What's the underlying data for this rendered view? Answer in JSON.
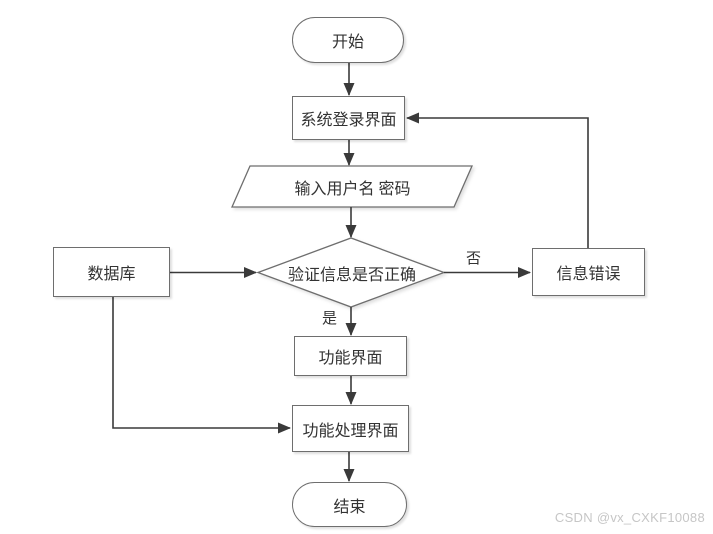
{
  "colors": {
    "background": "#ffffff",
    "border": "#6e6e6e",
    "arrow": "#3a3a3a",
    "text": "#333333",
    "watermark": "#c6c6c6"
  },
  "nodes": {
    "start": {
      "label": "开始",
      "shape": "terminator"
    },
    "login": {
      "label": "系统登录界面",
      "shape": "process"
    },
    "input": {
      "label": "输入用户名 密码",
      "shape": "input-output"
    },
    "verify": {
      "label": "验证信息是否正确",
      "shape": "decision"
    },
    "database": {
      "label": "数据库",
      "shape": "process"
    },
    "error": {
      "label": "信息错误",
      "shape": "process"
    },
    "function_ui": {
      "label": "功能界面",
      "shape": "process"
    },
    "function_process": {
      "label": "功能处理界面",
      "shape": "process"
    },
    "end": {
      "label": "结束",
      "shape": "terminator"
    }
  },
  "edge_labels": {
    "yes": "是",
    "no": "否"
  },
  "watermark": "CSDN @vx_CXKF10088"
}
